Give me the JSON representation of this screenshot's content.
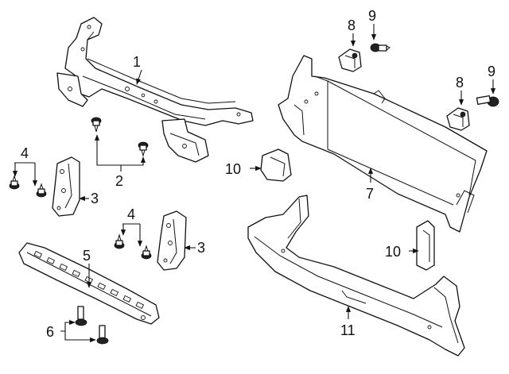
{
  "callouts": {
    "c1": "1",
    "c2": "2",
    "c3a": "3",
    "c3b": "3",
    "c4a": "4",
    "c4b": "4",
    "c5": "5",
    "c6": "6",
    "c7": "7",
    "c8a": "8",
    "c8b": "8",
    "c9a": "9",
    "c9b": "9",
    "c10a": "10",
    "c10b": "10",
    "c11": "11"
  }
}
